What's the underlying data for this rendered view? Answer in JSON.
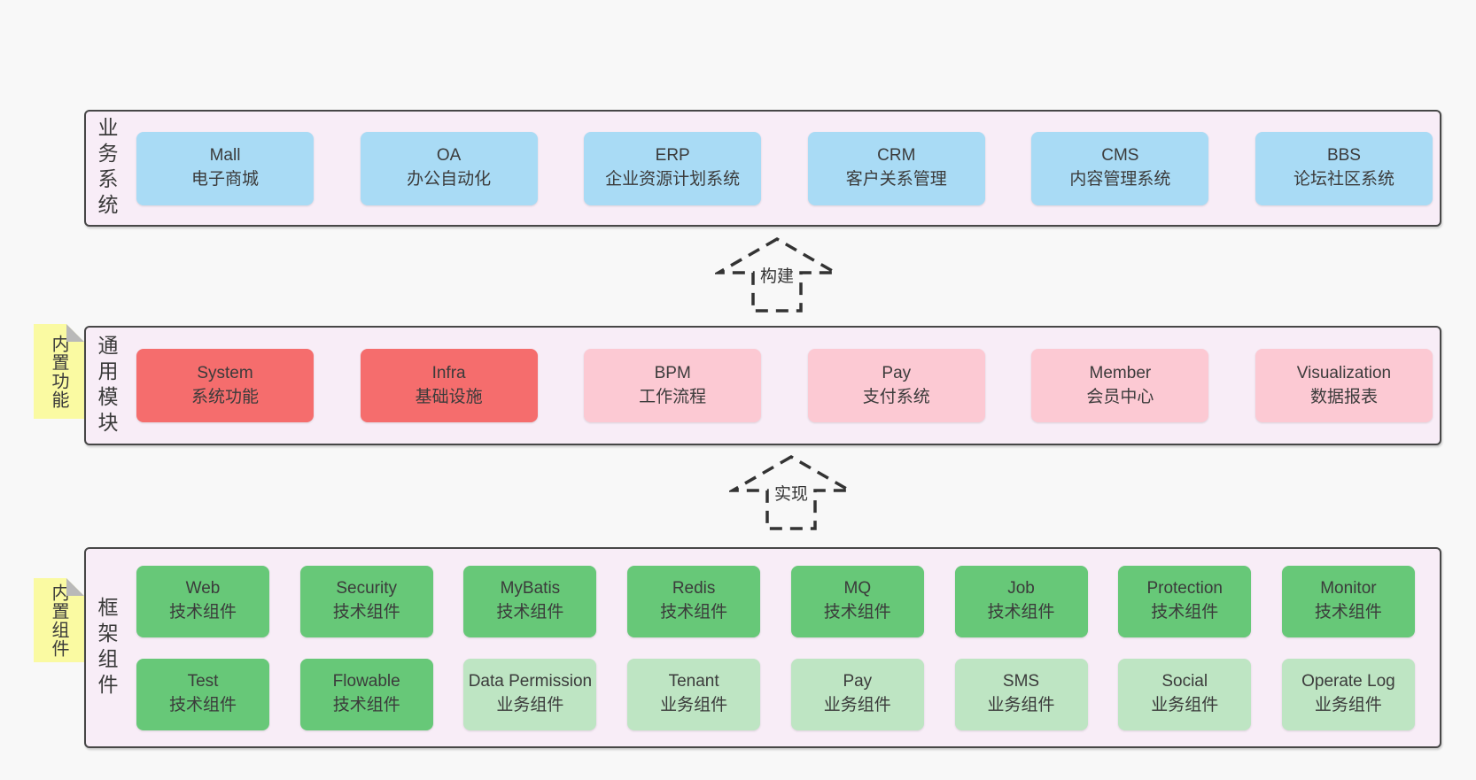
{
  "colors": {
    "page-bg": "#f8f8f8",
    "band-bg": "#f8edf7",
    "band-border": "#474747",
    "blue": "#a9dbf5",
    "red": "#f56d6d",
    "pink": "#fcc9d3",
    "green-dark": "#67c878",
    "green-light": "#bee5c3",
    "sticky-yellow": "#fafaa2",
    "sticky-fold": "#b9b9b9",
    "text": "#3b3b3b"
  },
  "band1": {
    "label": "业务系统",
    "boxes": [
      {
        "title": "Mall",
        "subtitle": "电子商城"
      },
      {
        "title": "OA",
        "subtitle": "办公自动化"
      },
      {
        "title": "ERP",
        "subtitle": "企业资源计划系统"
      },
      {
        "title": "CRM",
        "subtitle": "客户关系管理"
      },
      {
        "title": "CMS",
        "subtitle": "内容管理系统"
      },
      {
        "title": "BBS",
        "subtitle": "论坛社区系统"
      }
    ]
  },
  "arrow1": {
    "label": "构建"
  },
  "band2": {
    "label": "通用模块",
    "sticky": "内置功能",
    "boxes": [
      {
        "title": "System",
        "subtitle": "系统功能"
      },
      {
        "title": "Infra",
        "subtitle": "基础设施"
      },
      {
        "title": "BPM",
        "subtitle": "工作流程"
      },
      {
        "title": "Pay",
        "subtitle": "支付系统"
      },
      {
        "title": "Member",
        "subtitle": "会员中心"
      },
      {
        "title": "Visualization",
        "subtitle": "数据报表"
      }
    ]
  },
  "arrow2": {
    "label": "实现"
  },
  "band3": {
    "label": "框架组件",
    "sticky": "内置组件",
    "row1": [
      {
        "title": "Web",
        "subtitle": "技术组件"
      },
      {
        "title": "Security",
        "subtitle": "技术组件"
      },
      {
        "title": "MyBatis",
        "subtitle": "技术组件"
      },
      {
        "title": "Redis",
        "subtitle": "技术组件"
      },
      {
        "title": "MQ",
        "subtitle": "技术组件"
      },
      {
        "title": "Job",
        "subtitle": "技术组件"
      },
      {
        "title": "Protection",
        "subtitle": "技术组件"
      },
      {
        "title": "Monitor",
        "subtitle": "技术组件"
      }
    ],
    "row2": [
      {
        "title": "Test",
        "subtitle": "技术组件"
      },
      {
        "title": "Flowable",
        "subtitle": "技术组件"
      },
      {
        "title": "Data Permission",
        "subtitle": "业务组件"
      },
      {
        "title": "Tenant",
        "subtitle": "业务组件"
      },
      {
        "title": "Pay",
        "subtitle": "业务组件"
      },
      {
        "title": "SMS",
        "subtitle": "业务组件"
      },
      {
        "title": "Social",
        "subtitle": "业务组件"
      },
      {
        "title": "Operate Log",
        "subtitle": "业务组件"
      }
    ]
  }
}
